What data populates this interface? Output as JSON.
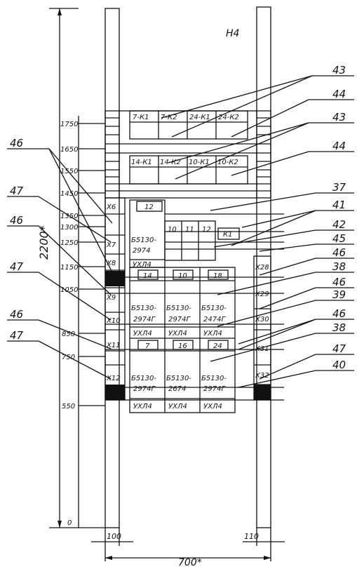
{
  "sheet_code": "Н4",
  "overall_height": "2200*",
  "overall_width": "700*",
  "post_width_left": "100",
  "post_width_right": "110",
  "height_marks": [
    "1750",
    "1650",
    "1550",
    "1450",
    "1350",
    "1300",
    "1250",
    "1150",
    "1050",
    "850",
    "750",
    "550",
    "0"
  ],
  "top_terminals_row1": [
    "7-К1",
    "7-К2",
    "24-К1",
    "24-К2"
  ],
  "top_terminals_row2": [
    "14-К1",
    "14-К2",
    "10-К1",
    "10-К2"
  ],
  "left_clamps": [
    "Х6",
    "Х7",
    "Х8",
    "Х9",
    "Х10",
    "Х11",
    "Х12"
  ],
  "right_clamps": [
    "Х28",
    "Х29",
    "Х30",
    "Х31",
    "Х32"
  ],
  "upper_unit": {
    "cell_top": "12",
    "cells_mid": [
      "10",
      "11",
      "12"
    ],
    "relay": "К1",
    "type": [
      "Б5130-",
      "2974"
    ],
    "climate": "УХЛ4"
  },
  "mid_row": [
    {
      "num": "14",
      "type": [
        "Б5130-",
        "2974Г"
      ],
      "climate": "УХЛ4"
    },
    {
      "num": "10",
      "type": [
        "Б5130-",
        "2974Г"
      ],
      "climate": "УХЛ4"
    },
    {
      "num": "18",
      "type": [
        "Б5130-",
        "2474Г"
      ],
      "climate": "УХЛ4"
    }
  ],
  "bot_row": [
    {
      "num": "7",
      "type": [
        "Б5130-",
        "2974Г"
      ],
      "climate": "УХЛ4"
    },
    {
      "num": "16",
      "type": [
        "Б5130-",
        "2674"
      ],
      "climate": "УХЛ4"
    },
    {
      "num": "24",
      "type": [
        "Б5130-",
        "2974Г"
      ],
      "climate": "УХЛ4"
    }
  ],
  "callouts_left": [
    "46",
    "47",
    "46",
    "47",
    "46",
    "47"
  ],
  "callouts_right": [
    "43",
    "44",
    "43",
    "44",
    "37",
    "41",
    "42",
    "45",
    "46",
    "38",
    "46",
    "39",
    "46",
    "38",
    "47",
    "40"
  ]
}
